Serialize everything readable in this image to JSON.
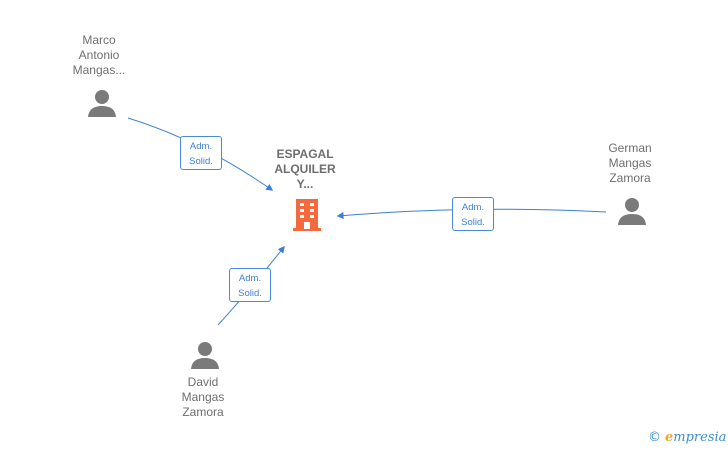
{
  "company": {
    "name_lines": [
      "ESPAGAL",
      "ALQUILER",
      "Y..."
    ],
    "icon": "building-icon",
    "color": "#f26a3d"
  },
  "people": [
    {
      "id": "marco",
      "name_lines": [
        "Marco",
        "Antonio",
        "Mangas..."
      ],
      "icon": "person-icon"
    },
    {
      "id": "german",
      "name_lines": [
        "German",
        "Mangas",
        "Zamora"
      ],
      "icon": "person-icon"
    },
    {
      "id": "david",
      "name_lines": [
        "David",
        "Mangas",
        "Zamora"
      ],
      "icon": "person-icon"
    }
  ],
  "relations": [
    {
      "from": "marco",
      "to": "company",
      "label_lines": [
        "Adm.",
        "Solid."
      ]
    },
    {
      "from": "german",
      "to": "company",
      "label_lines": [
        "Adm.",
        "Solid."
      ]
    },
    {
      "from": "david",
      "to": "company",
      "label_lines": [
        "Adm.",
        "Solid."
      ]
    }
  ],
  "colors": {
    "edge": "#3d7fd6",
    "person": "#7a7a7a",
    "text": "#6e6e6e"
  },
  "brand": {
    "copyright": "©",
    "initial": "e",
    "rest": "mpresia"
  }
}
